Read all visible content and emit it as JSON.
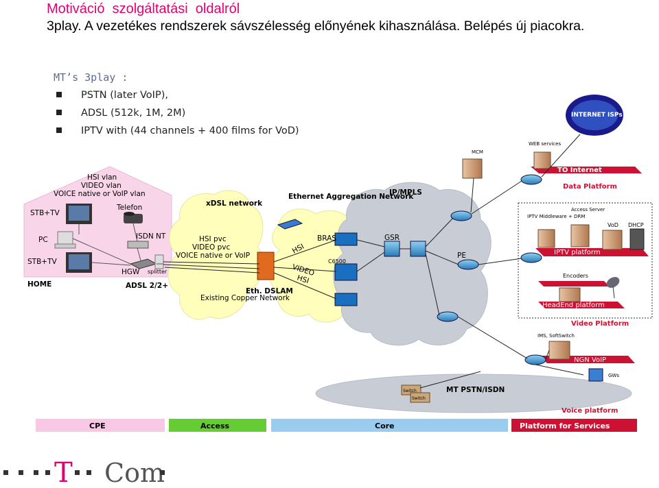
{
  "title": "Motiváció  szolgáltatási  oldalról",
  "subtitle": "3play. A vezetékes rendszerek sávszélesség előnyének kihasználása. Belépés új piacokra.",
  "bullets": {
    "heading": "MT’s 3play :",
    "items": [
      "PSTN (later VoIP),",
      "ADSL (512k, 1M, 2M)",
      "IPTV with (44 channels + 400 films for VoD)"
    ]
  },
  "home": {
    "vlans": [
      "HSI vlan",
      "VIDEO vlan",
      "VOICE native or VoIP vlan"
    ],
    "stb1": "STB+TV",
    "stb2": "STB+TV",
    "pc": "PC",
    "telefon": "Telefon",
    "isdn": "ISDN NT",
    "hgw": "HGW",
    "splitter": "splitter",
    "home_label": "HOME",
    "adsl_label": "ADSL 2/2+"
  },
  "access": {
    "xdsl": "xDSL network",
    "pvcs": [
      "HSI pvc",
      "VIDEO pvc",
      "VOICE native or VoIP"
    ],
    "copper": "Existing Copper Network",
    "dslam": "Eth. DSLAM"
  },
  "aggregation": {
    "title": "Ethernet Aggregation Network",
    "bras": "BRAS",
    "c6500": "C6500",
    "hsi1": "HSI",
    "video": "VIDEO",
    "hsi2": "HSI"
  },
  "core": {
    "ipmpls": "IP/MPLS",
    "gsr": "GSR",
    "pe": "PE"
  },
  "platforms": {
    "mcm": "MCM",
    "web": "WEB services",
    "internet": "INTERNET ISPs",
    "to_internet": "TO Internet",
    "data_platform": "Data Platform",
    "iptv_mw": "IPTV Middleware + DRM",
    "access_server": "Access Server",
    "vod": "VoD",
    "dhcp": "DHCP",
    "iptv_platform": "IPTV platform",
    "encoders": "Encoders",
    "headend": "HeadEnd platform",
    "video_platform": "Video Platform",
    "ims": "IMS, SoftSwitch",
    "ngn_voip": "NGN VoIP",
    "gws": "GWs",
    "voice_platform": "Voice platform",
    "pstn": "MT PSTN/ISDN",
    "switch1": "Switch",
    "switch2": "Switch"
  },
  "bottom_bar": {
    "cpe": "CPE",
    "access": "Access",
    "core": "Core",
    "services": "Platform for Services"
  },
  "logo": {
    "t": "T",
    "com": "Com"
  },
  "colors": {
    "accent": "#e20074",
    "house": "#f9d5ea",
    "access_green": "#66cc33",
    "core_blue": "#99ccee",
    "services_red": "#cc1133",
    "cloud_grey": "#c8ccd4",
    "cloud_yellow": "#ffffbb"
  }
}
